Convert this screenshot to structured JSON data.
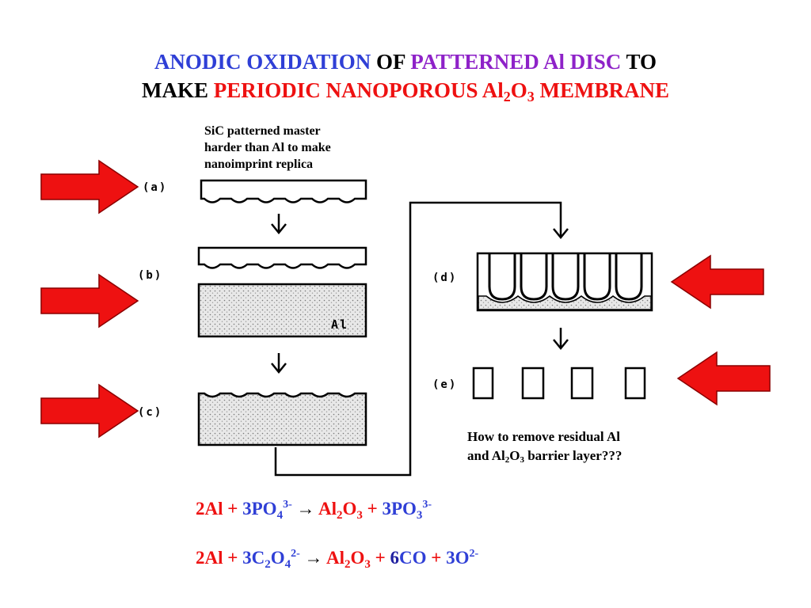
{
  "colors": {
    "blue": "#2f3fd6",
    "purple": "#8e22c8",
    "red": "#ee1111",
    "black": "#000000",
    "arrow_fill": "#ee1111"
  },
  "title": {
    "line1": {
      "p1": "ANODIC OXIDATION",
      "p2": " OF ",
      "p3": "PATTERNED Al DISC",
      "p4": " TO"
    },
    "line2": {
      "p1": "MAKE ",
      "p2": "PERIODIC NANOPOROUS Al",
      "p2_sub": "2",
      "p3": "O",
      "p3_sub": "3",
      "p4": " MEMBRANE"
    }
  },
  "notes": {
    "master": {
      "line1": "SiC patterned master",
      "line2": "harder than Al to make",
      "line3": "nanoimprint replica"
    },
    "question": {
      "line1": "How to remove residual Al",
      "line2_a": "and Al",
      "line2_sub1": "2",
      "line2_b": "O",
      "line2_sub2": "3",
      "line2_c": " barrier layer???"
    }
  },
  "steps": {
    "a": "(a)",
    "b": "(b)",
    "c": "(c)",
    "d": "(d)",
    "e": "(e)"
  },
  "al_label": "Al",
  "equations": {
    "eq1": {
      "t1": "2Al + ",
      "t2": "3PO",
      "t2_sub": "4",
      "t2_sup": "3-",
      "arrow": " → ",
      "t3": "Al",
      "t3_sub": "2",
      "t4": "O",
      "t4_sub": "3",
      "t5": " + ",
      "t6": "3PO",
      "t6_sub": "3",
      "t6_sup": "3-"
    },
    "eq2": {
      "t1": "2Al + ",
      "t2": "3C",
      "t2_sub": "2",
      "t2b": "O",
      "t2b_sub": "4",
      "t2_sup": "2-",
      "arrow": " → ",
      "t3": "Al",
      "t3_sub": "2",
      "t4": "O",
      "t4_sub": "3",
      "t5": " + ",
      "t6": "6",
      "t7": "CO",
      "t8": " + ",
      "t9": "3O",
      "t9_sup": "2-"
    }
  }
}
